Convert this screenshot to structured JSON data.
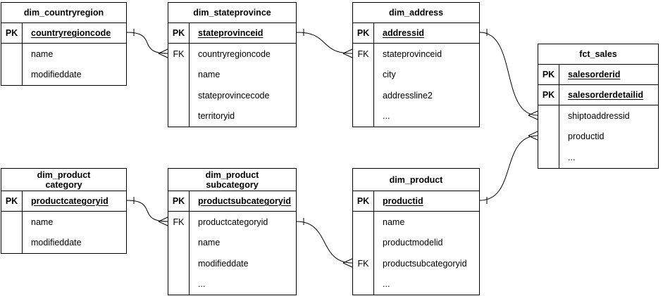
{
  "colors": {
    "line": "#000000",
    "text": "#000000",
    "canvas": "#ffffff"
  },
  "tables": [
    {
      "id": "dim_countryregion",
      "title": "dim_countryregion",
      "rows": [
        {
          "key": "PK",
          "name": "countryregioncode"
        },
        {
          "key": "",
          "name": "name"
        },
        {
          "key": "",
          "name": "modifieddate"
        }
      ]
    },
    {
      "id": "dim_stateprovince",
      "title": "dim_stateprovince",
      "rows": [
        {
          "key": "PK",
          "name": "stateprovinceid"
        },
        {
          "key": "FK",
          "name": "countryregioncode"
        },
        {
          "key": "",
          "name": "name"
        },
        {
          "key": "",
          "name": "stateprovincecode"
        },
        {
          "key": "",
          "name": "territoryid"
        }
      ]
    },
    {
      "id": "dim_address",
      "title": "dim_address",
      "rows": [
        {
          "key": "PK",
          "name": "addressid"
        },
        {
          "key": "FK",
          "name": "stateprovinceid"
        },
        {
          "key": "",
          "name": "city"
        },
        {
          "key": "",
          "name": "addressline2"
        },
        {
          "key": "",
          "name": "..."
        }
      ]
    },
    {
      "id": "fct_sales",
      "title": "fct_sales",
      "rows": [
        {
          "key": "PK",
          "name": "salesorderid"
        },
        {
          "key": "PK",
          "name": "salesorderdetailid"
        },
        {
          "key": "",
          "name": "shiptoaddressid"
        },
        {
          "key": "",
          "name": "productid"
        },
        {
          "key": "",
          "name": "..."
        }
      ]
    },
    {
      "id": "dim_productcategory",
      "title": "dim_product\ncategory",
      "rows": [
        {
          "key": "PK",
          "name": "productcategoryid"
        },
        {
          "key": "",
          "name": "name"
        },
        {
          "key": "",
          "name": "modifieddate"
        }
      ]
    },
    {
      "id": "dim_productsubcategory",
      "title": "dim_product\nsubcategory",
      "rows": [
        {
          "key": "PK",
          "name": "productsubcategoryid"
        },
        {
          "key": "FK",
          "name": "productcategoryid"
        },
        {
          "key": "",
          "name": "name"
        },
        {
          "key": "",
          "name": "modifieddate"
        },
        {
          "key": "",
          "name": "..."
        }
      ]
    },
    {
      "id": "dim_product",
      "title": "dim_product",
      "rows": [
        {
          "key": "PK",
          "name": "productid"
        },
        {
          "key": "",
          "name": "name"
        },
        {
          "key": "",
          "name": "productmodelid"
        },
        {
          "key": "FK",
          "name": "productsubcategoryid"
        },
        {
          "key": "",
          "name": "..."
        }
      ]
    }
  ],
  "relationships": [
    {
      "one": "dim_countryregion.countryregioncode",
      "many": "dim_stateprovince.countryregioncode",
      "cardinality": "one-to-many"
    },
    {
      "one": "dim_stateprovince.stateprovinceid",
      "many": "dim_address.stateprovinceid",
      "cardinality": "one-to-many"
    },
    {
      "one": "dim_address.addressid",
      "many": "fct_sales.shiptoaddressid",
      "cardinality": "one-to-many"
    },
    {
      "one": "dim_product.productid",
      "many": "fct_sales.productid",
      "cardinality": "one-to-many"
    },
    {
      "one": "dim_productcategory.productcategoryid",
      "many": "dim_productsubcategory.productcategoryid",
      "cardinality": "one-to-many"
    },
    {
      "one": "dim_productsubcategory.productsubcategoryid",
      "many": "dim_product.productsubcategoryid",
      "cardinality": "one-to-many"
    }
  ]
}
